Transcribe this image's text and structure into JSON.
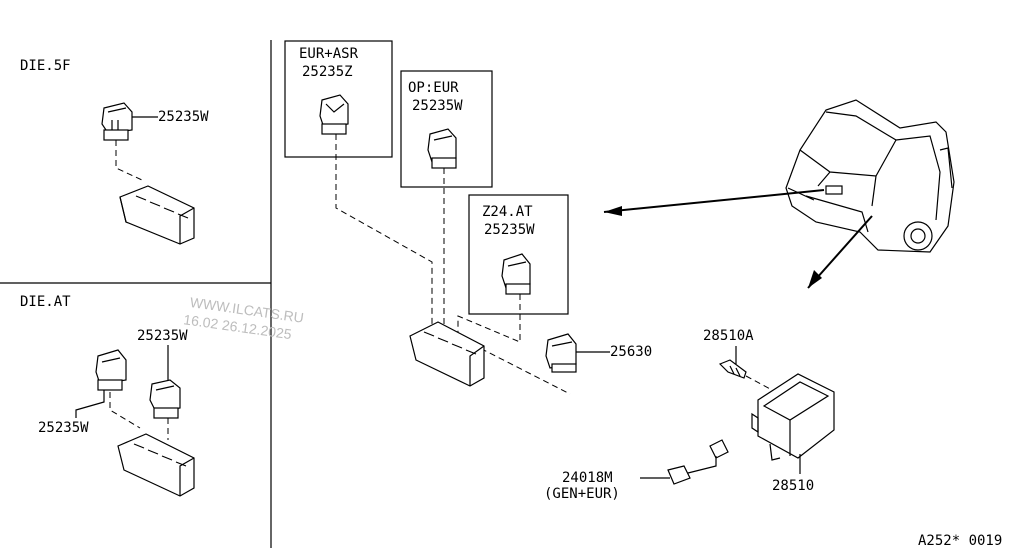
{
  "sections": {
    "die5f": "DIE.5F",
    "dieat": "DIE.AT"
  },
  "boxes": {
    "eur_asr": {
      "line1": "EUR+ASR",
      "line2": "25235Z"
    },
    "op_eur": {
      "line1": "OP:EUR",
      "line2": "25235W"
    },
    "z24_at": {
      "line1": "Z24.AT",
      "line2": "25235W"
    }
  },
  "parts": {
    "relay_die5f": "25235W",
    "relay_dieat_upper": "25235W",
    "relay_dieat_lower": "25235W",
    "relay_25630": "25630",
    "bolt": "28510A",
    "control_unit": "28510",
    "harness": "24018M",
    "harness_note": "(GEN+EUR)"
  },
  "watermark": {
    "line1": "WWW.ILCATS.RU",
    "line2": "16.02 26.12.2025"
  },
  "diagram_code": "A252* 0019"
}
